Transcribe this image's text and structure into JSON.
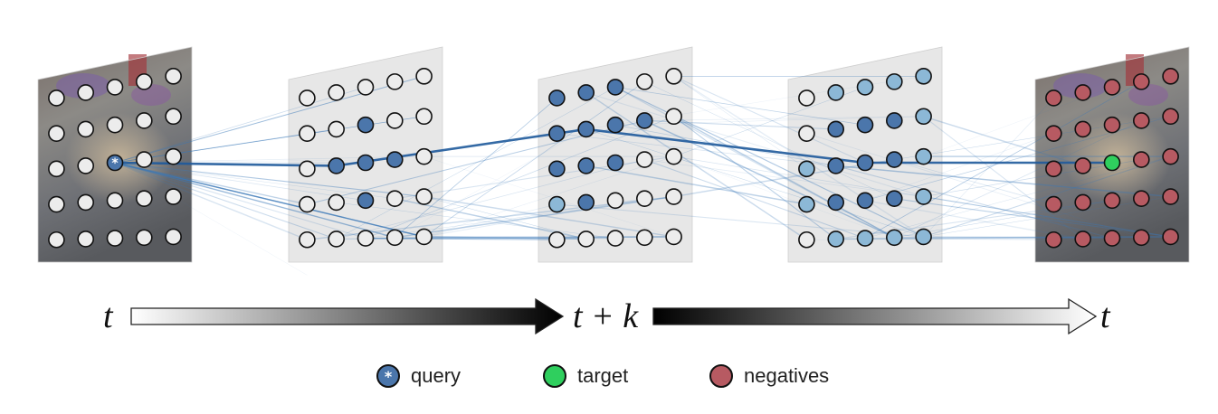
{
  "timeline": {
    "start_label": "t",
    "middle_label": "t + k",
    "end_label": "t"
  },
  "legend": {
    "query": "query",
    "target": "target",
    "negatives": "negatives"
  },
  "colors": {
    "query": "#4b76ab",
    "query_light": "#8cb8d6",
    "target": "#2fcf5e",
    "negative": "#b75a62",
    "unselected": "#ececec",
    "edge": "#3a78b8"
  }
}
